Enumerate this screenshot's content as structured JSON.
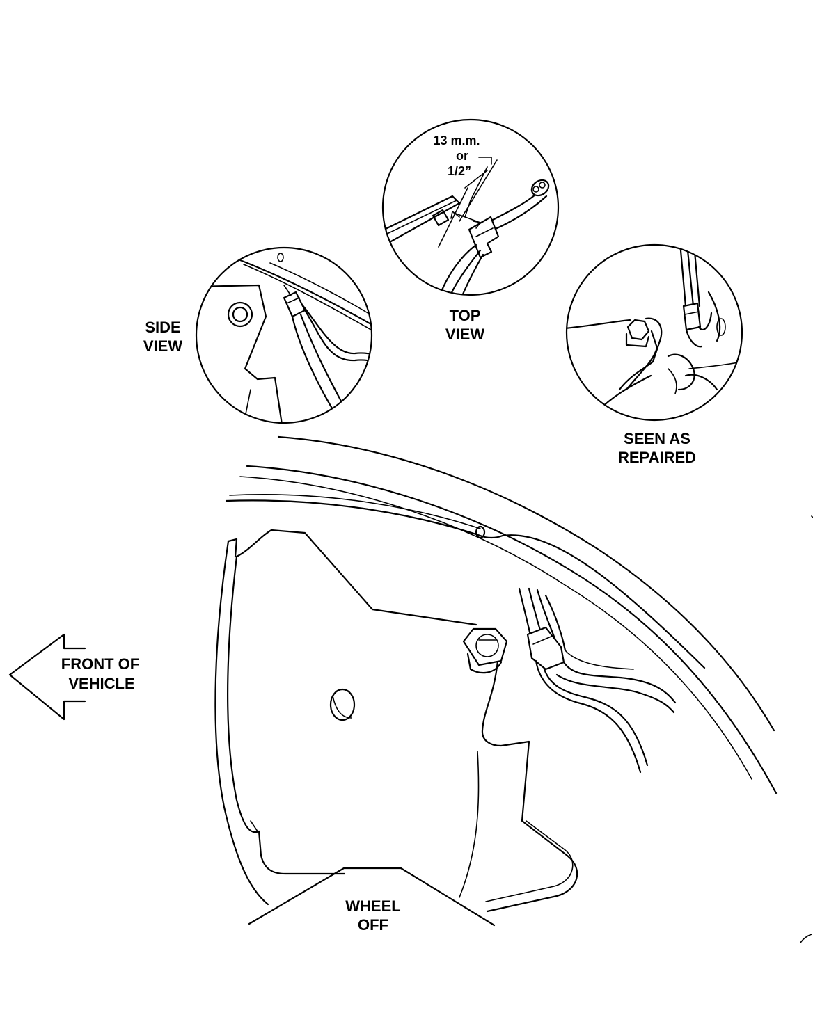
{
  "labels": {
    "side_view": [
      "SIDE",
      "VIEW"
    ],
    "top_view": [
      "TOP",
      "VIEW"
    ],
    "seen_as_repaired": [
      "SEEN AS",
      "REPAIRED"
    ],
    "measurement": [
      "13 m.m.",
      "or",
      "1/2”"
    ],
    "front_of_vehicle": [
      "FRONT OF",
      "VEHICLE"
    ],
    "wheel_off": [
      "WHEEL",
      "OFF"
    ]
  },
  "colors": {
    "ink": "#000000",
    "paper": "#ffffff"
  }
}
